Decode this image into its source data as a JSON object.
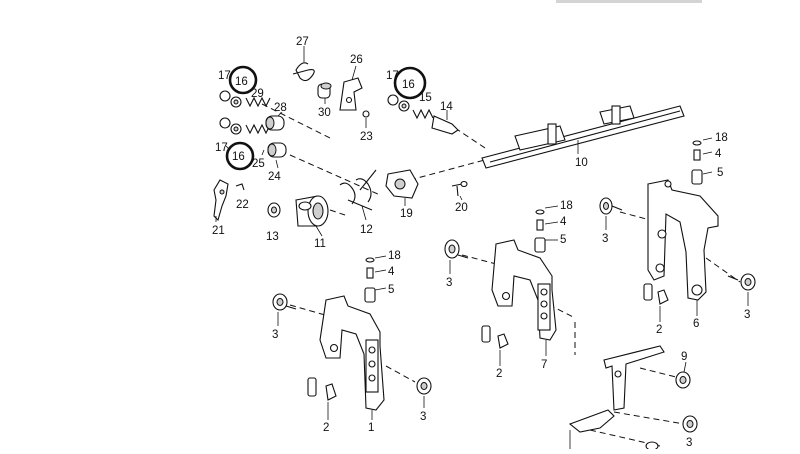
{
  "diagram": {
    "title": "",
    "callouts": [
      {
        "id": "c27",
        "label": "27"
      },
      {
        "id": "c26",
        "label": "26"
      },
      {
        "id": "c17a",
        "label": "17"
      },
      {
        "id": "c16a",
        "label": "16"
      },
      {
        "id": "c29",
        "label": "29"
      },
      {
        "id": "c28",
        "label": "28"
      },
      {
        "id": "c30",
        "label": "30"
      },
      {
        "id": "c23",
        "label": "23"
      },
      {
        "id": "c17b",
        "label": "17"
      },
      {
        "id": "c16b",
        "label": "16"
      },
      {
        "id": "c15",
        "label": "15"
      },
      {
        "id": "c14",
        "label": "14"
      },
      {
        "id": "c17c",
        "label": "17"
      },
      {
        "id": "c16c",
        "label": "16"
      },
      {
        "id": "c25",
        "label": "25"
      },
      {
        "id": "c24",
        "label": "24"
      },
      {
        "id": "c18a",
        "label": "18"
      },
      {
        "id": "c4a",
        "label": "4"
      },
      {
        "id": "c5a",
        "label": "5"
      },
      {
        "id": "c10",
        "label": "10"
      },
      {
        "id": "c22",
        "label": "22"
      },
      {
        "id": "c21",
        "label": "21"
      },
      {
        "id": "c13",
        "label": "13"
      },
      {
        "id": "c11",
        "label": "11"
      },
      {
        "id": "c12",
        "label": "12"
      },
      {
        "id": "c19",
        "label": "19"
      },
      {
        "id": "c20",
        "label": "20"
      },
      {
        "id": "c18b",
        "label": "18"
      },
      {
        "id": "c4b",
        "label": "4"
      },
      {
        "id": "c5b",
        "label": "5"
      },
      {
        "id": "c3a",
        "label": "3"
      },
      {
        "id": "c3b",
        "label": "3"
      },
      {
        "id": "c3c",
        "label": "3"
      },
      {
        "id": "c18c",
        "label": "18"
      },
      {
        "id": "c4c",
        "label": "4"
      },
      {
        "id": "c5c",
        "label": "5"
      },
      {
        "id": "c6",
        "label": "6"
      },
      {
        "id": "c2a",
        "label": "2"
      },
      {
        "id": "c3d",
        "label": "3"
      },
      {
        "id": "c7",
        "label": "7"
      },
      {
        "id": "c2b",
        "label": "2"
      },
      {
        "id": "c3e",
        "label": "3"
      },
      {
        "id": "c9",
        "label": "9"
      },
      {
        "id": "c1",
        "label": "1"
      },
      {
        "id": "c2c",
        "label": "2"
      },
      {
        "id": "c3f",
        "label": "3"
      }
    ],
    "highlighted_part": "16"
  }
}
